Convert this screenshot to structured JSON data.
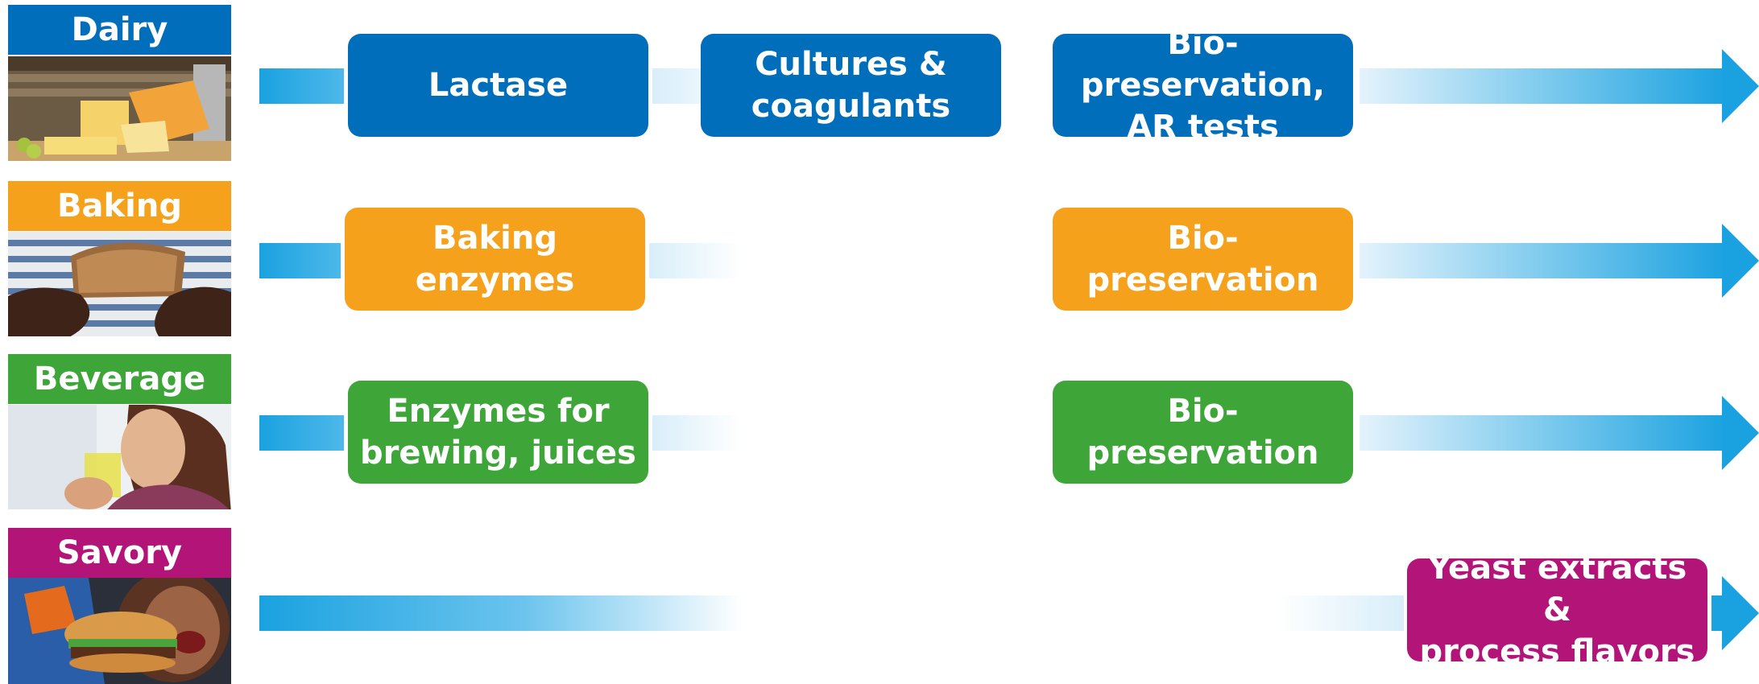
{
  "colors": {
    "dairy": "#006ebb",
    "baking": "#f5a11c",
    "beverage": "#3ea539",
    "savory": "#b31478",
    "arrow": "#1aa2e0"
  },
  "rows": [
    {
      "category": "Dairy",
      "photo_icon": "cheese-photo",
      "boxes": [
        "Lactase",
        "Cultures &\ncoagulants",
        "Bio-preservation,\nAR tests"
      ]
    },
    {
      "category": "Baking",
      "photo_icon": "bread-photo",
      "boxes": [
        "Baking enzymes",
        "Bio-preservation"
      ]
    },
    {
      "category": "Beverage",
      "photo_icon": "drinking-woman-photo",
      "boxes": [
        "Enzymes for\nbrewing, juices",
        "Bio-preservation"
      ]
    },
    {
      "category": "Savory",
      "photo_icon": "burger-photo",
      "boxes": [
        "Yeast extracts &\nprocess flavors"
      ]
    }
  ]
}
